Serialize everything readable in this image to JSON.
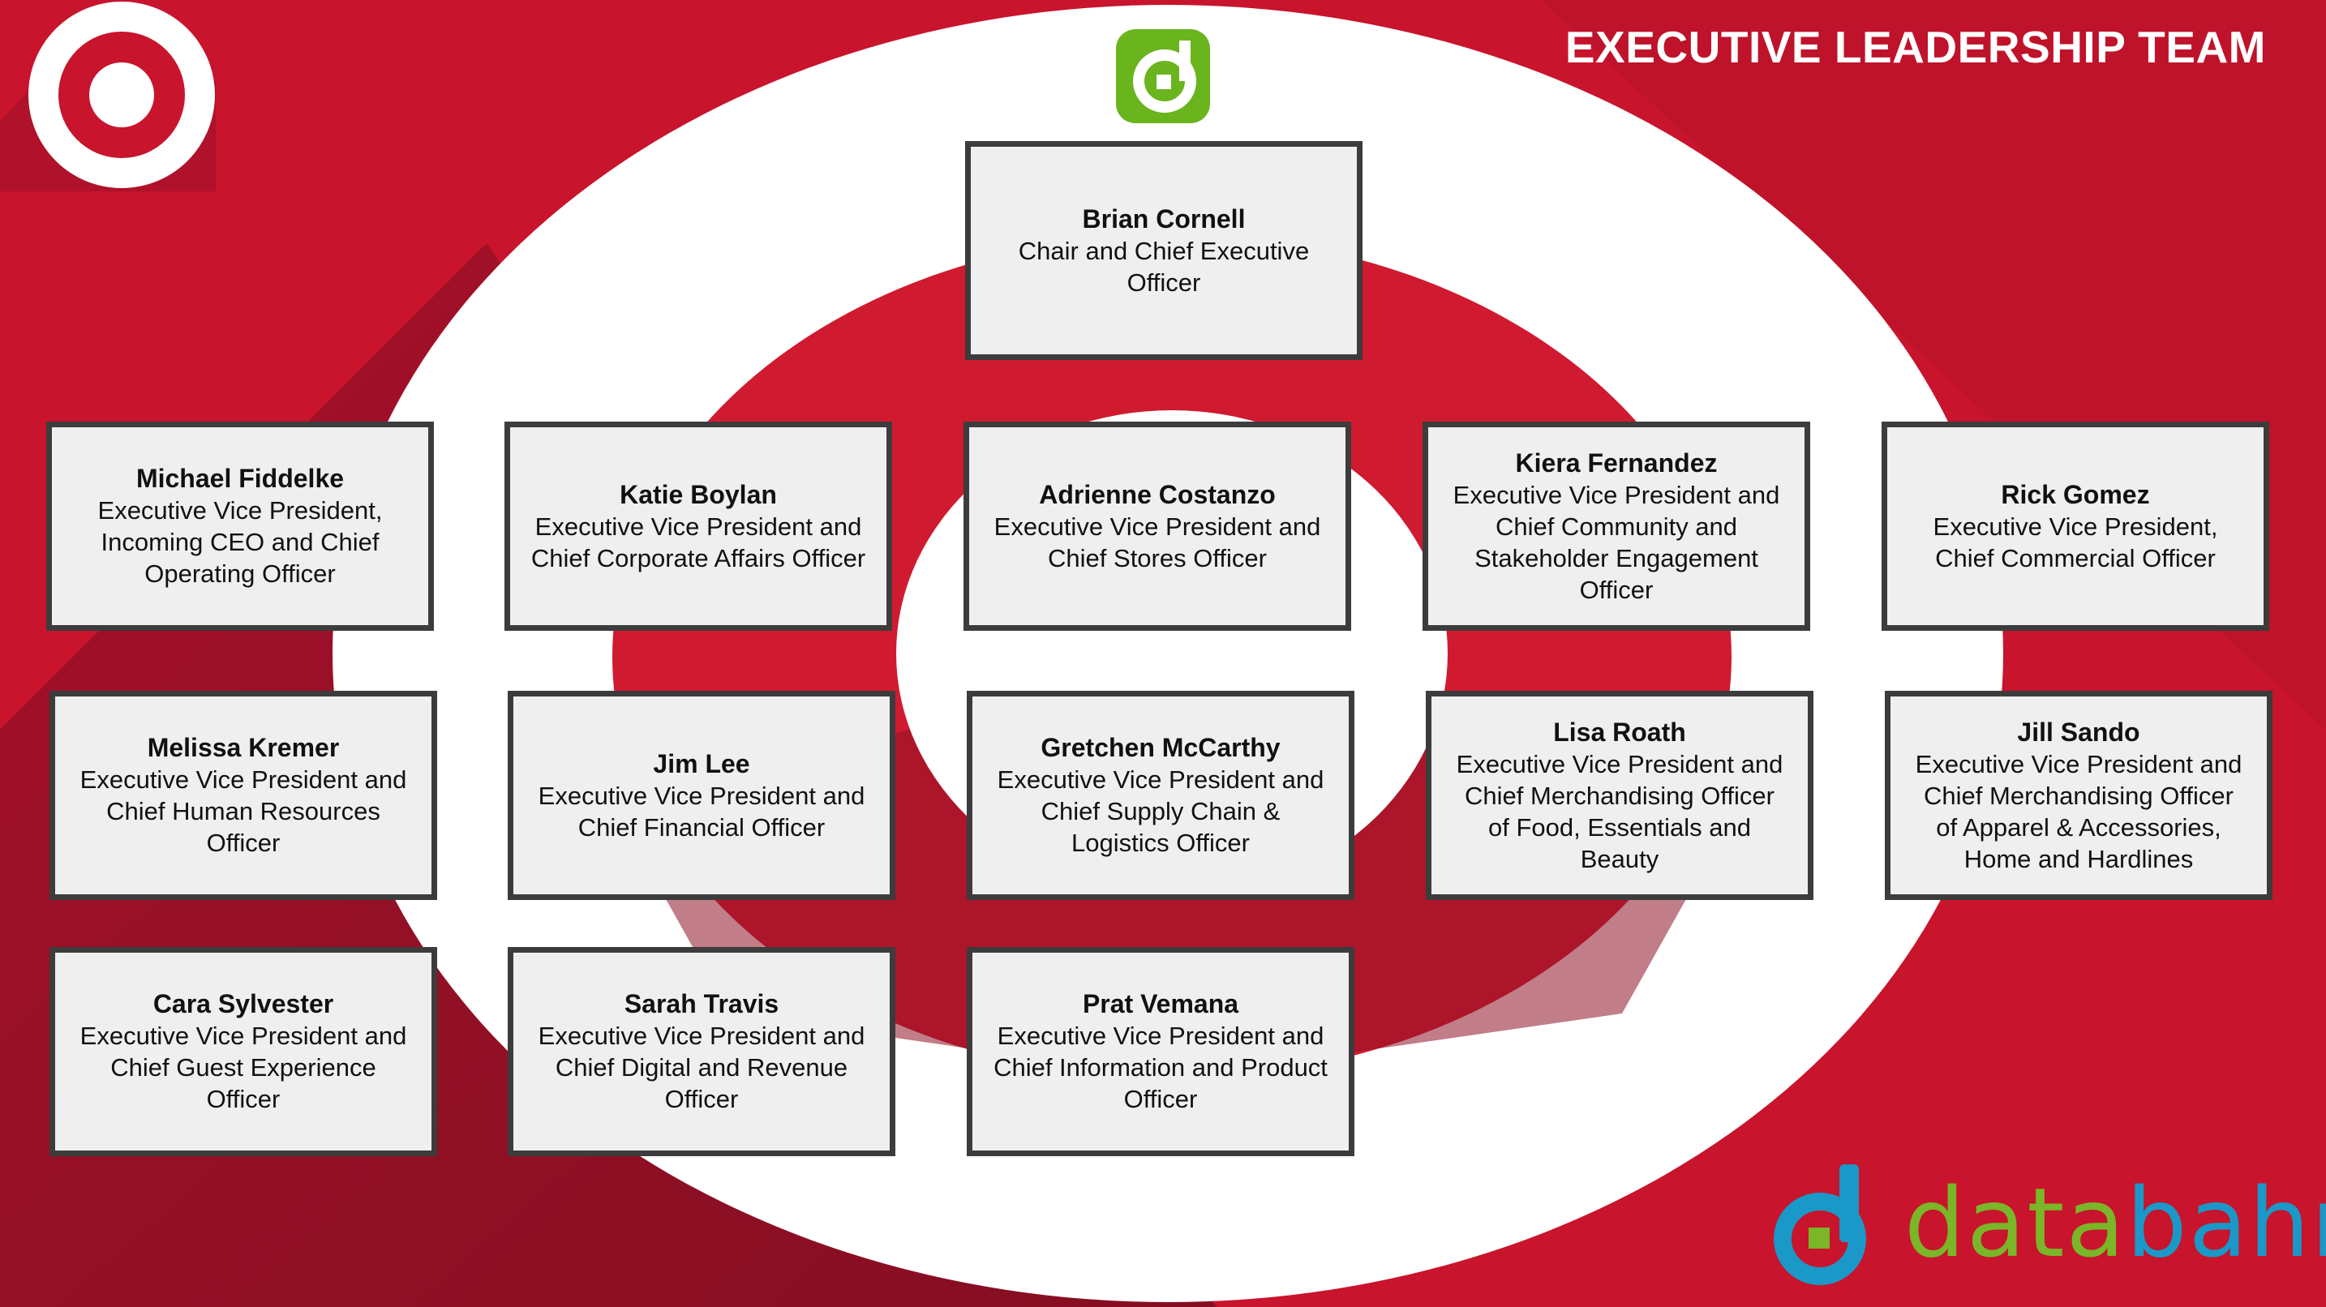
{
  "header": {
    "title": "EXECUTIVE LEADERSHIP TEAM"
  },
  "logos": {
    "target": "target-bullseye-logo",
    "top_badge": "databahn-badge-icon",
    "brand": {
      "icon": "databahn-icon",
      "word_part1": "data",
      "word_part2": "bahn"
    }
  },
  "colors": {
    "background_red": "#c8142c",
    "dark_red": "#8e1227",
    "white": "#ffffff",
    "card_fill": "#efefef",
    "card_border": "#3c3c3c",
    "green": "#7ab628",
    "blue": "#1a98c8"
  },
  "executives": [
    {
      "name": "Brian Cornell",
      "title": "Chair and Chief Executive Officer"
    },
    {
      "name": "Michael Fiddelke",
      "title": "Executive Vice President, Incoming CEO and Chief Operating Officer"
    },
    {
      "name": "Katie Boylan",
      "title": "Executive Vice President and Chief Corporate Affairs Officer"
    },
    {
      "name": "Adrienne Costanzo",
      "title": "Executive Vice President and Chief Stores Officer"
    },
    {
      "name": "Kiera Fernandez",
      "title": "Executive Vice President and Chief Community and Stakeholder Engagement Officer"
    },
    {
      "name": "Rick Gomez",
      "title": "Executive Vice President, Chief Commercial Officer"
    },
    {
      "name": "Melissa Kremer",
      "title": "Executive Vice President and Chief Human Resources Officer"
    },
    {
      "name": "Jim Lee",
      "title": "Executive Vice President and Chief Financial Officer"
    },
    {
      "name": "Gretchen McCarthy",
      "title": "Executive Vice President and Chief Supply Chain & Logistics Officer"
    },
    {
      "name": "Lisa Roath",
      "title": "Executive Vice President and Chief Merchandising Officer of Food, Essentials and Beauty"
    },
    {
      "name": "Jill Sando",
      "title": "Executive Vice President and Chief Merchandising Officer of Apparel & Accessories, Home and Hardlines"
    },
    {
      "name": "Cara Sylvester",
      "title": "Executive Vice President and Chief Guest Experience Officer"
    },
    {
      "name": "Sarah Travis",
      "title": "Executive Vice President and Chief Digital and Revenue Officer"
    },
    {
      "name": "Prat Vemana",
      "title": "Executive Vice President and Chief Information and Product Officer"
    }
  ]
}
